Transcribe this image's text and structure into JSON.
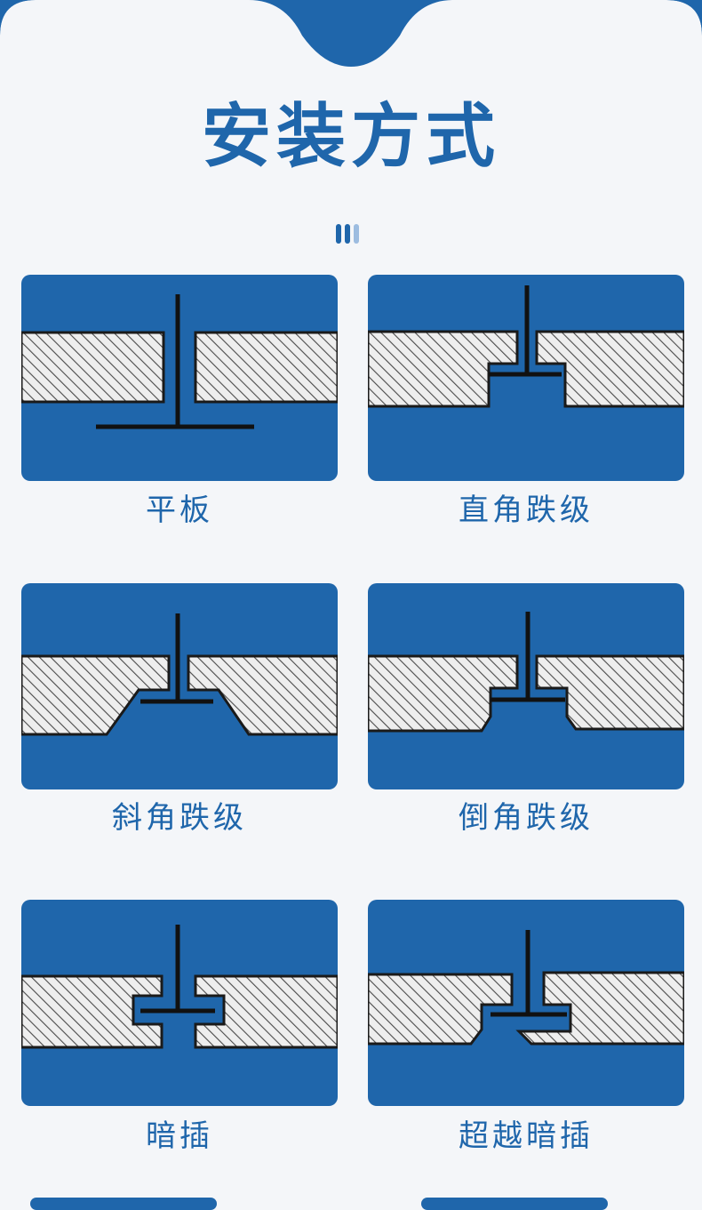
{
  "header": {
    "title": "安装方式"
  },
  "theme": {
    "primary": "#1f66ab",
    "card_blue": "#1f66ab",
    "board_fill": "#eeeeee",
    "hatch": "#4a4a4a",
    "outline": "#1a1a1a",
    "background": "#f4f6f9",
    "divider_colors": [
      "#1f66ab",
      "#1f66ab",
      "#9cbce0"
    ]
  },
  "methods": [
    {
      "id": "flat",
      "label": "平板"
    },
    {
      "id": "right-angle-step",
      "label": "直角跌级"
    },
    {
      "id": "oblique-step",
      "label": "斜角跌级"
    },
    {
      "id": "chamfer-step",
      "label": "倒角跌级"
    },
    {
      "id": "concealed",
      "label": "暗插"
    },
    {
      "id": "super-concealed",
      "label": "超越暗插"
    }
  ]
}
